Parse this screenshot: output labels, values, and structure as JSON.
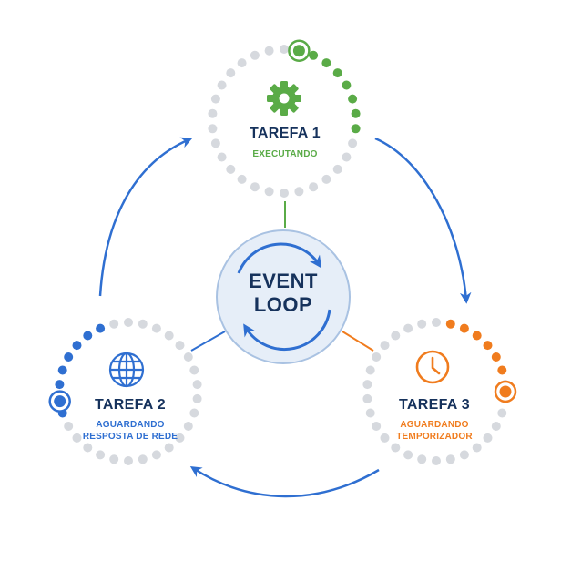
{
  "center": {
    "line1": "EVENT",
    "line2": "LOOP"
  },
  "tasks": [
    {
      "title": "TAREFA 1",
      "status_line1": "EXECUTANDO",
      "status_line2": "",
      "icon": "gear-icon",
      "color": "#5aab47"
    },
    {
      "title": "TAREFA 2",
      "status_line1": "AGUARDANDO",
      "status_line2": "RESPOSTA DE REDE",
      "icon": "globe-icon",
      "color": "#2f6fd1"
    },
    {
      "title": "TAREFA 3",
      "status_line1": "AGUARDANDO",
      "status_line2": "TEMPORIZADOR",
      "icon": "clock-icon",
      "color": "#f07c1e"
    }
  ],
  "colors": {
    "dot_idle": "#d6d9de",
    "arrow": "#2f6fd1",
    "center_fill": "#e6eef8",
    "text_dark": "#16325c"
  }
}
